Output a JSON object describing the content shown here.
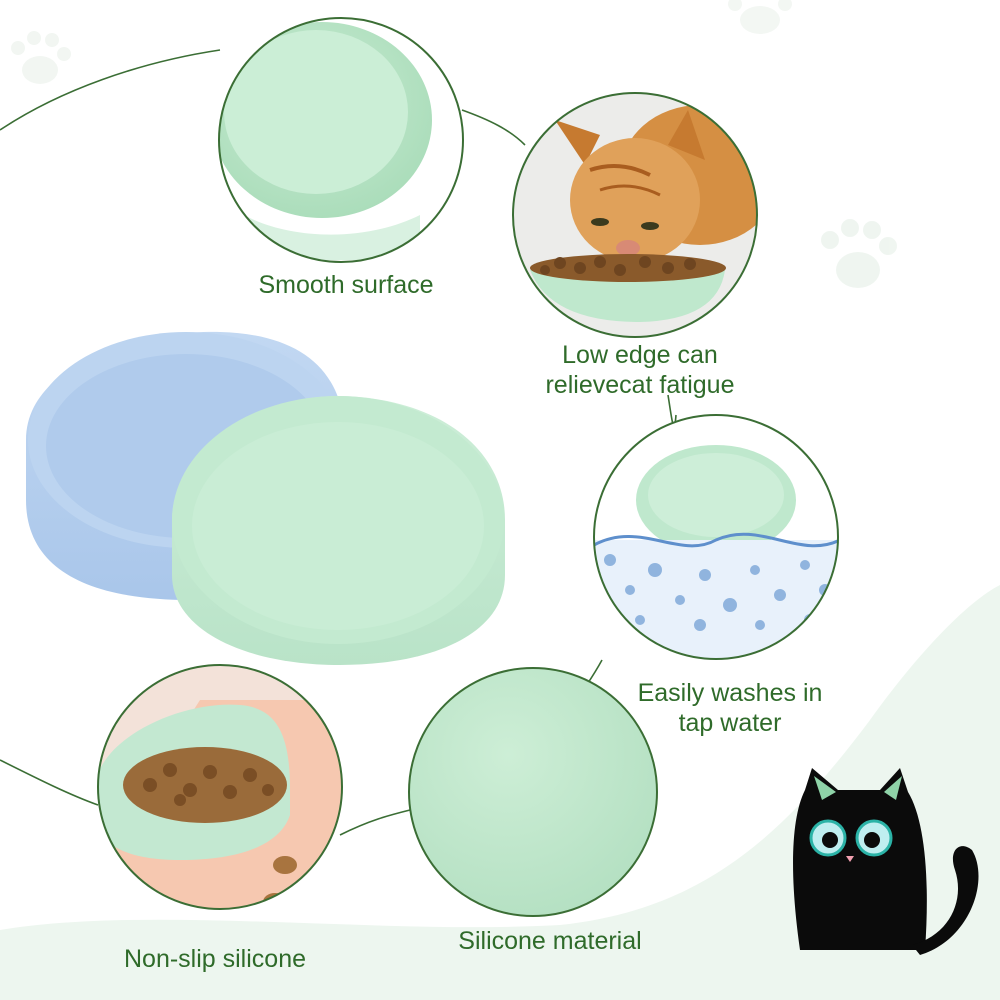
{
  "features": {
    "smooth_surface": "Smooth surface",
    "low_edge_line1": "Low edge can",
    "low_edge_line2": "relievecat fatigue",
    "easy_wash_line1": "Easily washes in",
    "easy_wash_line2": "tap water",
    "silicone_material": "Silicone material",
    "non_slip": "Non-slip silicone"
  },
  "colors": {
    "label_text": "#2f6b2a",
    "circle_border": "#3b6e35",
    "bowl_green": "#bfe8cd",
    "bowl_blue": "#b3cfef",
    "background_wave": "#eaf4ec"
  },
  "icons": [
    "paw-print-icon",
    "black-cat-icon"
  ]
}
